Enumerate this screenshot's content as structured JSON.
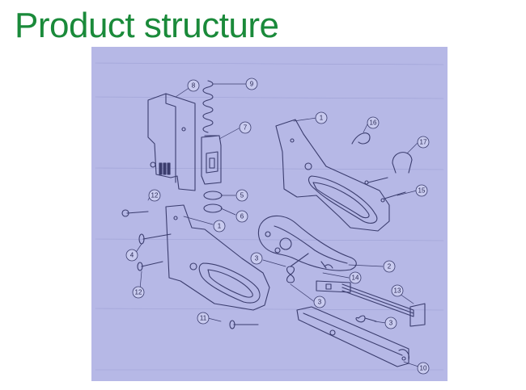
{
  "page": {
    "title": "Product structure"
  },
  "colors": {
    "title": "#1a8a3a",
    "scan_background": "#b6b8e6",
    "line": "#3b3d6e"
  },
  "diagram": {
    "subject": "stapler gun exploded view",
    "callouts": [
      {
        "id": "c1a",
        "label": "1"
      },
      {
        "id": "c1b",
        "label": "1"
      },
      {
        "id": "c2",
        "label": "2"
      },
      {
        "id": "c3a",
        "label": "3"
      },
      {
        "id": "c3b",
        "label": "3"
      },
      {
        "id": "c3c",
        "label": "3"
      },
      {
        "id": "c4",
        "label": "4"
      },
      {
        "id": "c5",
        "label": "5"
      },
      {
        "id": "c6",
        "label": "6"
      },
      {
        "id": "c7",
        "label": "7"
      },
      {
        "id": "c8",
        "label": "8"
      },
      {
        "id": "c9",
        "label": "9"
      },
      {
        "id": "c10",
        "label": "10"
      },
      {
        "id": "c11",
        "label": "11"
      },
      {
        "id": "c12a",
        "label": "12"
      },
      {
        "id": "c12b",
        "label": "12"
      },
      {
        "id": "c13",
        "label": "13"
      },
      {
        "id": "c14",
        "label": "14"
      },
      {
        "id": "c15",
        "label": "15"
      },
      {
        "id": "c16",
        "label": "16"
      },
      {
        "id": "c17",
        "label": "17"
      }
    ]
  }
}
